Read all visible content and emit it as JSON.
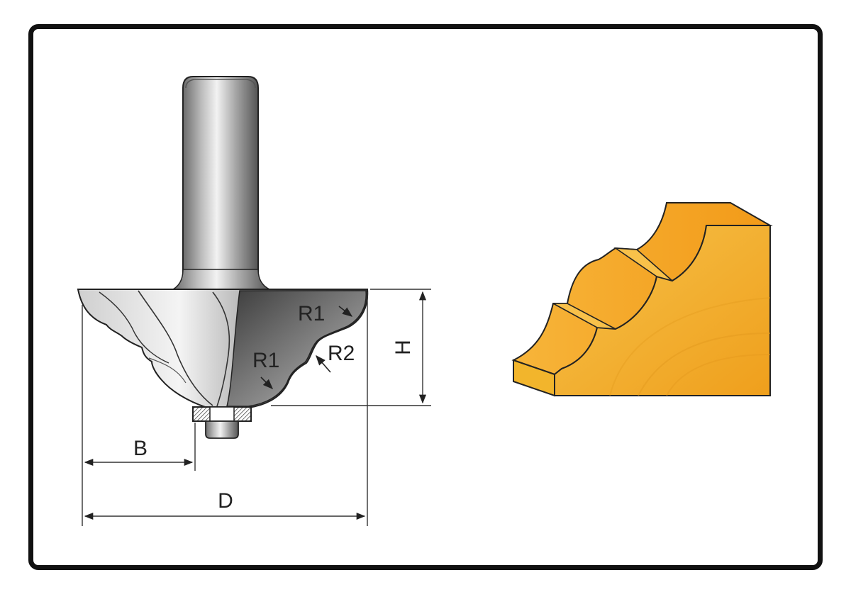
{
  "labels": {
    "r1_upper": "R1",
    "r1_lower": "R1",
    "r2": "R2",
    "height": "H",
    "bearing_offset": "B",
    "diameter": "D"
  },
  "colors": {
    "frame": "#111111",
    "line": "#222222",
    "wood_top": "#f5b01f",
    "wood_front": "#f3b92e",
    "wood_face": "#f0a622",
    "steel_dark": "#4a4a4a",
    "steel_light": "#e8e8e8"
  }
}
